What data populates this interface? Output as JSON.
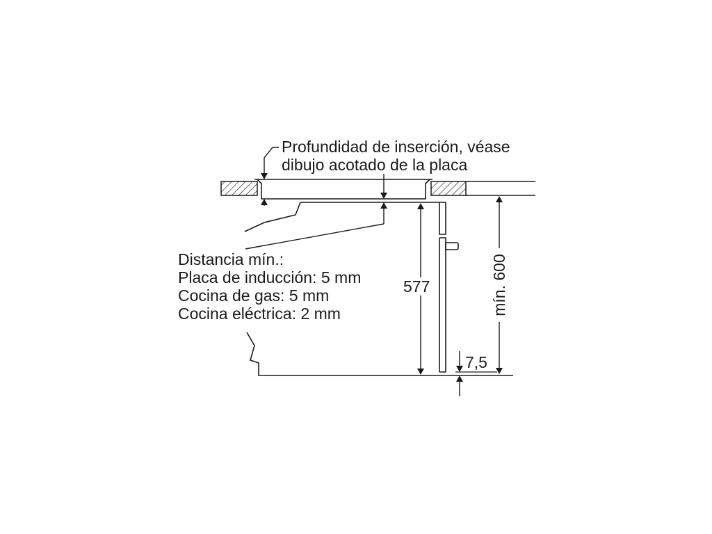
{
  "insertion_note": {
    "line1": "Profundidad de inserción, véase",
    "line2": "dibujo acotado de la placa"
  },
  "min_distance": {
    "title": "Distancia mín.:",
    "induction": "Placa de inducción: 5 mm",
    "gas": "Cocina de gas: 5 mm",
    "electric": "Cocina eléctrica: 2 mm"
  },
  "dimensions": {
    "oven_height": "577",
    "niche_height": "mín. 600",
    "bottom_gap": "7,5"
  },
  "colors": {
    "line": "#1a1a1a",
    "hatch": "#1a1a1a"
  }
}
